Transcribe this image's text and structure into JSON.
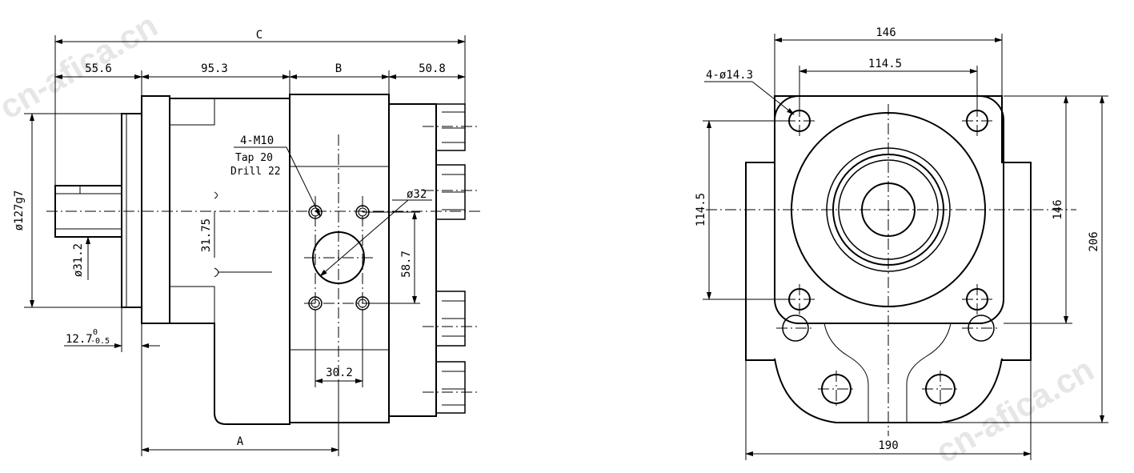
{
  "watermark": "cn-afica.cn",
  "side_view": {
    "dim_C": "C",
    "dim_55_6": "55.6",
    "dim_95_3": "95.3",
    "dim_B": "B",
    "dim_50_8": "50.8",
    "dim_A": "A",
    "dim_flange_dia": "ø127g7",
    "dim_shaft_dia": "ø31.2",
    "dim_shaft_len": "12.7",
    "dim_shaft_tol_upper": "0",
    "dim_shaft_tol_lower": "-0.5",
    "dim_31_75": "31.75",
    "dim_58_7": "58.7",
    "dim_30_2": "30.2",
    "dim_port_dia": "ø32",
    "thread_callout": "4-M10",
    "tap_note": "Tap 20",
    "drill_note": "Drill 22"
  },
  "end_view": {
    "dim_146_top": "146",
    "dim_114_5_top": "114.5",
    "hole_callout": "4-ø14.3",
    "dim_114_5_left": "114.5",
    "dim_146_right": "146",
    "dim_206": "206",
    "dim_190": "190"
  }
}
